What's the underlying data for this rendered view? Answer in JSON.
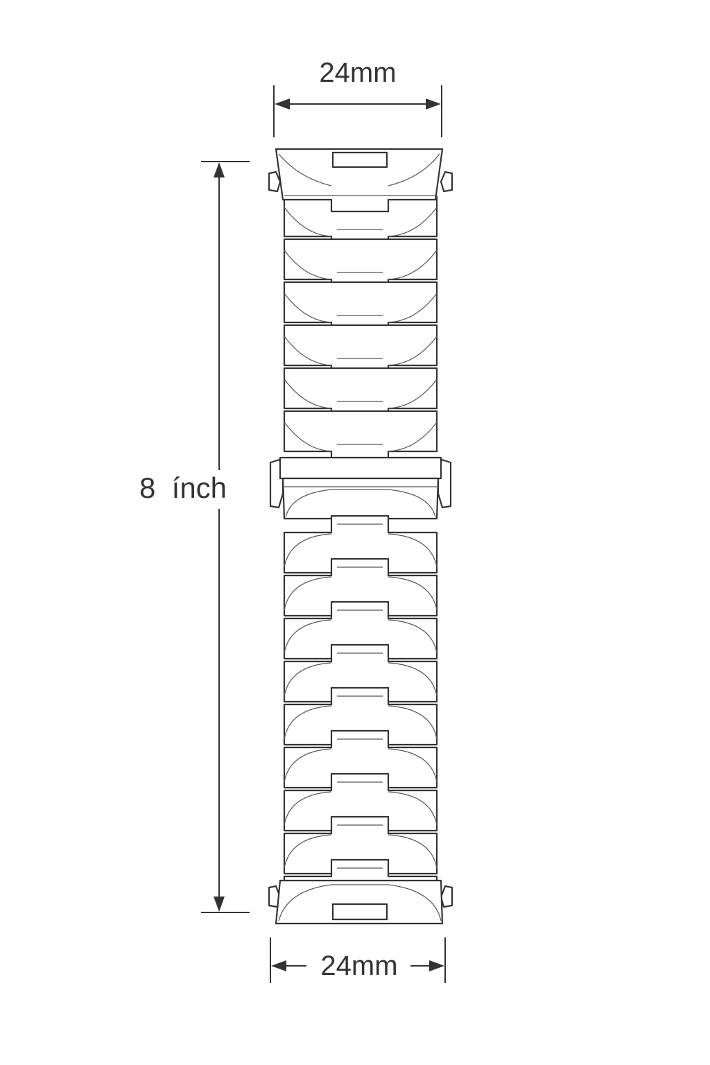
{
  "dimensions": {
    "top_width": "24mm",
    "bottom_width": "24mm",
    "length": "8  ínch"
  },
  "colors": {
    "line": "#333333",
    "background": "#ffffff"
  },
  "band": {
    "upper_links": 7,
    "lower_links": 9
  }
}
